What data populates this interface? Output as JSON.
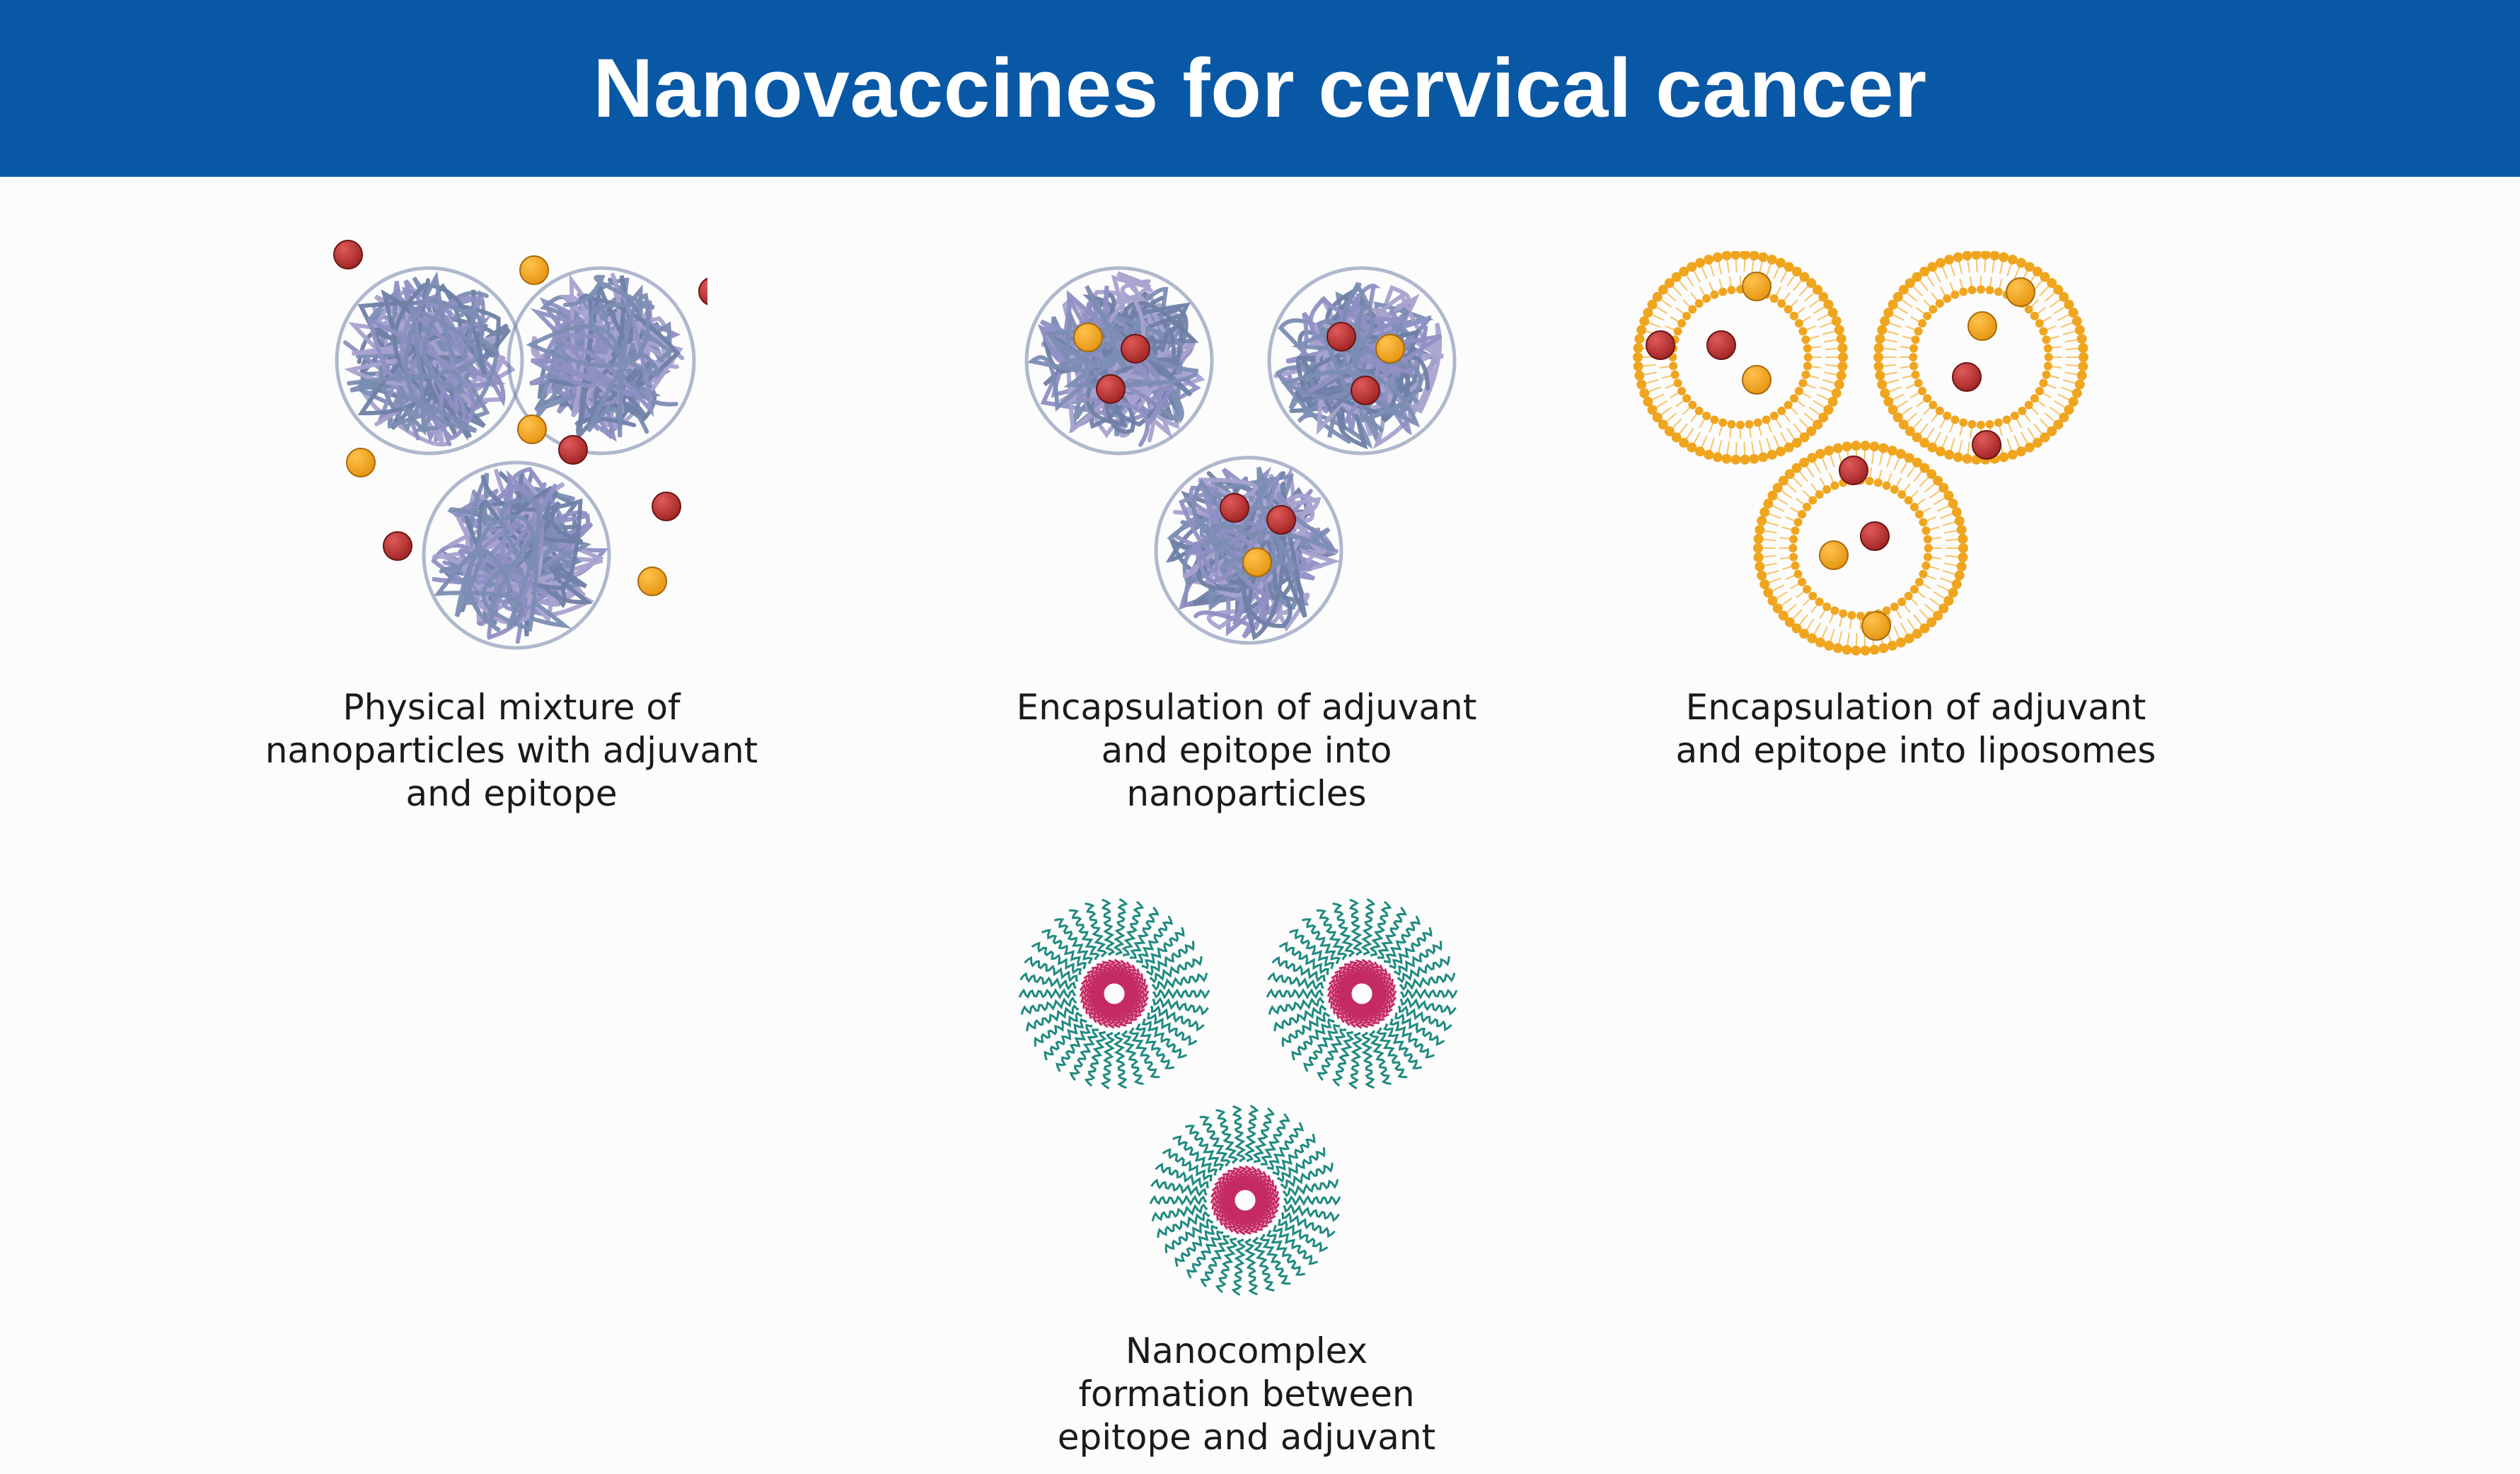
{
  "title": "Nanovaccines for cervical cancer",
  "panels": [
    {
      "caption": "Physical mixture of nanoparticles with adjuvant and epitope",
      "icon": "polymer-nanoparticle-mixture-icon"
    },
    {
      "caption": "Encapsulation of adjuvant and epitope into nanoparticles",
      "icon": "polymer-nanoparticle-encapsulation-icon"
    },
    {
      "caption": "Encapsulation of adjuvant and epitope into liposomes",
      "icon": "liposome-encapsulation-icon"
    },
    {
      "caption": "Nanocomplex formation between epitope and adjuvant",
      "icon": "nanocomplex-micelle-icon"
    }
  ],
  "colors": {
    "header": "#0858a6",
    "polymer_light": "#a8a2cf",
    "polymer_dark": "#6f7fa6",
    "adjuvant_red": "#a32626",
    "epitope_orange": "#e69714",
    "lipid": "#f0a51f",
    "micelle_core": "#c42a63",
    "micelle_corona": "#1f8a80"
  }
}
